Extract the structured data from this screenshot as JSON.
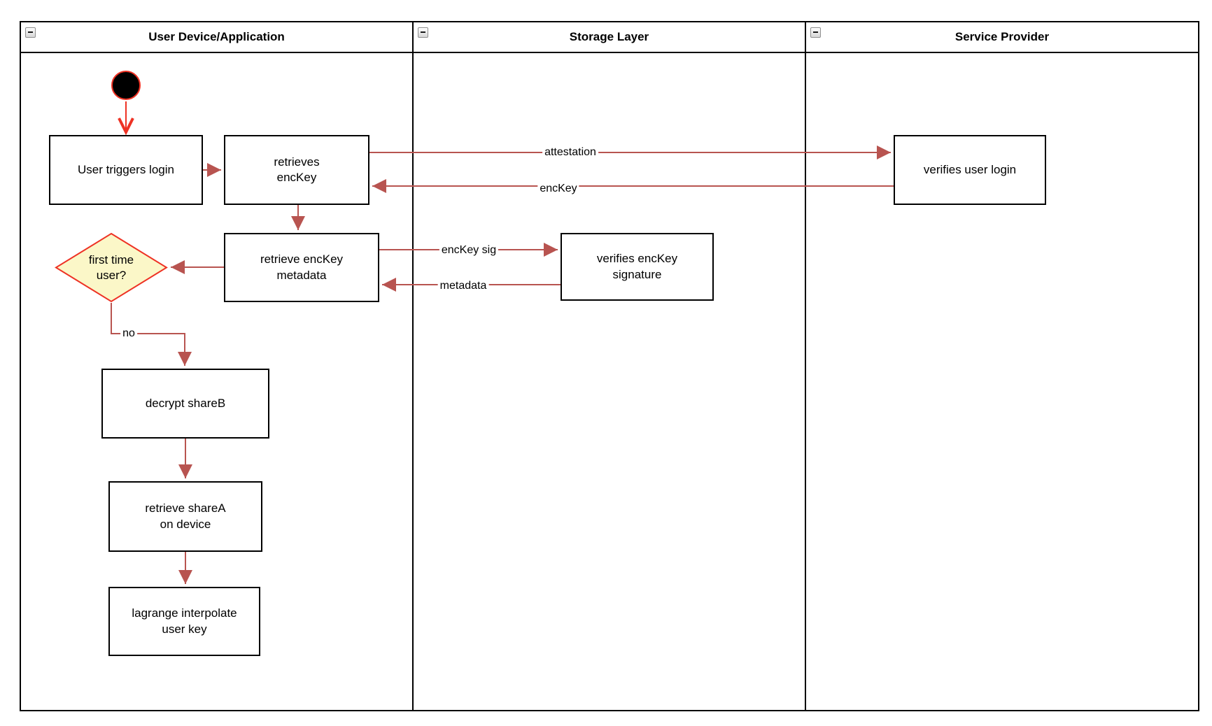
{
  "pool": {
    "lanes": [
      {
        "title": "User Device/Application"
      },
      {
        "title": "Storage Layer"
      },
      {
        "title": "Service Provider"
      }
    ]
  },
  "nodes": {
    "start": "initial-state",
    "user_triggers_login": "User triggers login",
    "retrieves_enckey": "retrieves\nencKey",
    "verifies_user_login": "verifies user login",
    "retrieve_enckey_metadata": "retrieve encKey\nmetadata",
    "verifies_enckey_signature": "verifies encKey\nsignature",
    "first_time_user": "first time\nuser?",
    "decrypt_shareb": "decrypt shareB",
    "retrieve_sharea": "retrieve shareA\non device",
    "lagrange_interpolate": "lagrange interpolate\nuser key"
  },
  "edges": [
    {
      "from": "start",
      "to": "user_triggers_login",
      "label": ""
    },
    {
      "from": "user_triggers_login",
      "to": "retrieves_enckey",
      "label": ""
    },
    {
      "from": "retrieves_enckey",
      "to": "verifies_user_login",
      "label": "attestation"
    },
    {
      "from": "verifies_user_login",
      "to": "retrieves_enckey",
      "label": "encKey"
    },
    {
      "from": "retrieves_enckey",
      "to": "retrieve_enckey_metadata",
      "label": ""
    },
    {
      "from": "retrieve_enckey_metadata",
      "to": "verifies_enckey_signature",
      "label": "encKey sig"
    },
    {
      "from": "verifies_enckey_signature",
      "to": "retrieve_enckey_metadata",
      "label": "metadata"
    },
    {
      "from": "retrieve_enckey_metadata",
      "to": "first_time_user",
      "label": ""
    },
    {
      "from": "first_time_user",
      "to": "decrypt_shareb",
      "label": "no"
    },
    {
      "from": "decrypt_shareb",
      "to": "retrieve_sharea",
      "label": ""
    },
    {
      "from": "retrieve_sharea",
      "to": "lagrange_interpolate",
      "label": ""
    }
  ],
  "colors": {
    "flow_arrow": "#B85450",
    "start_arrow": "#EE3224",
    "start_node_fill": "#000000",
    "start_node_ring": "#EE3224",
    "decision_fill": "#FBF7C8",
    "decision_border": "#EE3224",
    "node_border": "#000000",
    "node_fill": "#FFFFFF",
    "lane_border": "#000000"
  }
}
